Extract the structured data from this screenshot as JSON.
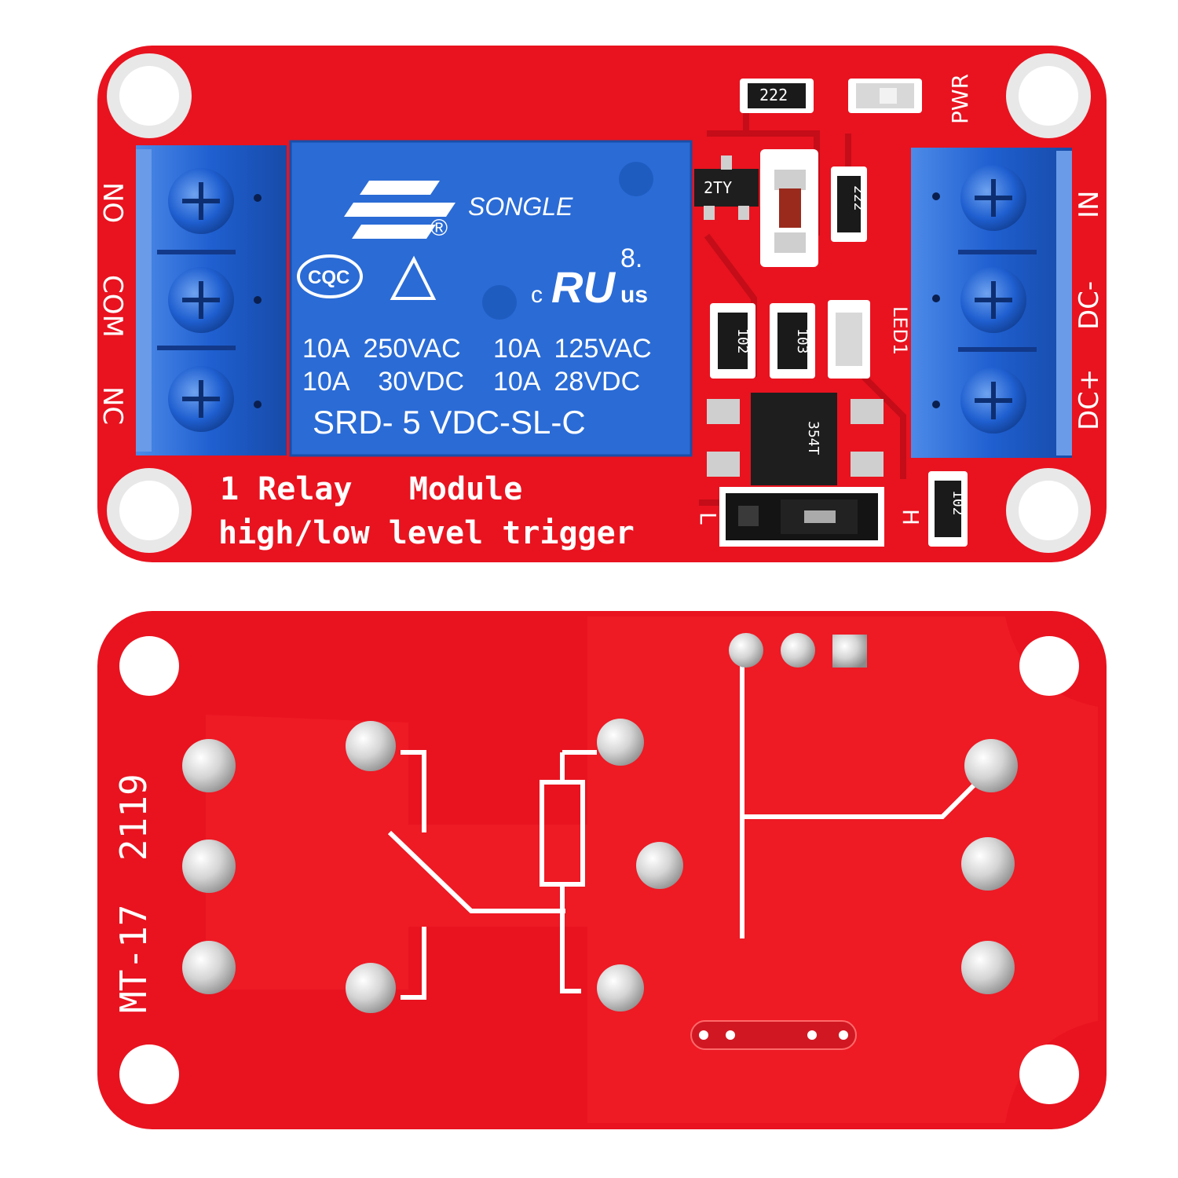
{
  "colors": {
    "pcb": "#e8131f",
    "pcb_dark": "#c40d18",
    "silkscreen": "#ffffff",
    "terminal_blue": "#1f5fd0",
    "relay_blue": "#2a6bd6",
    "solder": "#cfcfcf"
  },
  "front": {
    "relay": {
      "brand": "SONGLE",
      "registered": "®",
      "cert_cqc": "CQC",
      "cert_c": "c",
      "cert_ru": "RU",
      "cert_us": "us",
      "cert_8": "8.",
      "rating_1": "10A  250VAC",
      "rating_2": "10A  125VAC",
      "rating_3": "10A    30VDC",
      "rating_4": "10A  28VDC",
      "model": "SRD- 5 VDC-SL-C"
    },
    "left_labels": {
      "no": "NO",
      "com": "COM",
      "nc": "NC"
    },
    "right_labels": {
      "in": "IN",
      "dc_minus": "DC-",
      "dc_plus": "DC+"
    },
    "pwr_label": "PWR",
    "led1_label": "LED1",
    "jumper_low": "L",
    "jumper_high": "H",
    "transistor_code": "2TY",
    "resistor_codes": [
      "222",
      "222",
      "102",
      "103",
      "102"
    ],
    "optocoupler_code": "354T",
    "title_line1": "1 Relay   Module",
    "title_line2": "high/low level trigger"
  },
  "back": {
    "marking": "MT-17  2119"
  }
}
